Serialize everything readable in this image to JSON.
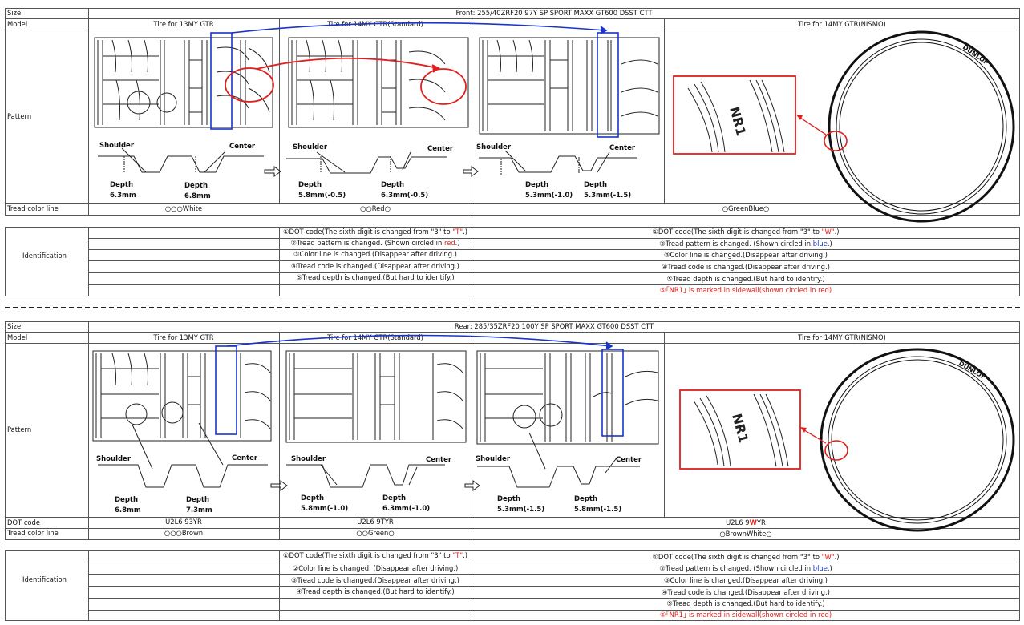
{
  "front": {
    "size_label": "Size",
    "size_value": "Front: 255/40ZRF20 97Y SP SPORT MAXX GT600 DSST CTT",
    "model_label": "Model",
    "models": [
      "Tire for 13MY GTR",
      "Tire for 14MY GTR(Standard)",
      "Tire for 14MY GTR(NISMO)"
    ],
    "pattern_label": "Pattern",
    "shoulder": "Shoulder",
    "center": "Center",
    "depth_word": "Depth",
    "depths": [
      "6.3mm",
      "6.8mm",
      "5.8mm(-0.5)",
      "6.3mm(-0.5)",
      "5.3mm(-1.0)",
      "5.3mm(-1.5)"
    ],
    "tread_color_label": "Tread color line",
    "tread_colors": [
      "○○○White",
      "○○Red○",
      "○GreenBlue○"
    ],
    "identification_label": "Identification",
    "id_standard": [
      "①DOT code(The sixth digit is changed from \"3\" to ",
      "②Tread pattern is changed. (Shown circled in ",
      "③Color line is changed.(Disappear after driving.)",
      "④Tread code is changed.(Disappear after driving.)",
      "⑤Tread depth is changed.(But hard to identify.)"
    ],
    "id_standard_em": [
      "\"T\"",
      "red"
    ],
    "id_standard_tail": [
      ".)",
      ".)"
    ],
    "id_nismo": [
      "①DOT code(The sixth digit is changed from \"3\" to ",
      "②Tread pattern is changed. (Shown circled in ",
      "③Color line is changed.(Disappear after driving.)",
      "④Tread code is changed.(Disappear after driving.)",
      "⑤Tread depth is changed.(But hard to identify.)",
      "⑥｢NR1｣ is marked in sidewall(shown circled in red)"
    ],
    "id_nismo_em": [
      "\"W\"",
      "blue"
    ],
    "id_nismo_tail": [
      ".)",
      ".)"
    ],
    "sidewall_mark": "NR1",
    "brand": "DUNLOP"
  },
  "rear": {
    "size_label": "Size",
    "size_value": "Rear: 285/35ZRF20 100Y SP SPORT MAXX GT600 DSST CTT",
    "model_label": "Model",
    "models": [
      "Tire for 13MY GTR",
      "Tire for 14MY GTR(Standard)",
      "Tire for 14MY GTR(NISMO)"
    ],
    "pattern_label": "Pattern",
    "shoulder": "Shoulder",
    "center": "Center",
    "depth_word": "Depth",
    "depths": [
      "6.8mm",
      "7.3mm",
      "5.8mm(-1.0)",
      "6.3mm(-1.0)",
      "5.3mm(-1.5)",
      "5.8mm(-1.5)"
    ],
    "dot_label": "DOT code",
    "dot_codes": [
      "U2L6 93YR",
      "U2L6 9TYR"
    ],
    "dot_nismo_pre": "U2L6 9",
    "dot_nismo_em": "W",
    "dot_nismo_post": "YR",
    "tread_color_label": "Tread color line",
    "tread_colors": [
      "○○○Brown",
      "○○Green○",
      "○BrownWhite○"
    ],
    "identification_label": "Identification",
    "id_standard": [
      "①DOT code(The sixth digit is changed from \"3\" to ",
      "②Color line is changed. (Disappear after driving.)",
      "③Tread code is changed.(Disappear after driving.)",
      "④Tread depth is changed.(But hard to identify.)"
    ],
    "id_standard_em": [
      "\"T\""
    ],
    "id_standard_tail": [
      ".)"
    ],
    "id_nismo": [
      "①DOT code(The sixth digit is changed from \"3\" to ",
      "②Tread pattern is changed. (Shown circled in ",
      "③Color line is changed.(Disappear after driving.)",
      "④Tread code is changed.(Disappear after driving.)",
      "⑤Tread depth is changed.(But hard to identify.)",
      "⑥｢NR1｣ is marked in sidewall(shown circled in red)"
    ],
    "id_nismo_em": [
      "\"W\"",
      "blue"
    ],
    "id_nismo_tail": [
      ".)",
      ".)"
    ],
    "sidewall_mark": "NR1",
    "brand": "DUNLOP"
  },
  "colors": {
    "highlight_red": "#e0201e",
    "highlight_blue": "#1a35c8"
  }
}
